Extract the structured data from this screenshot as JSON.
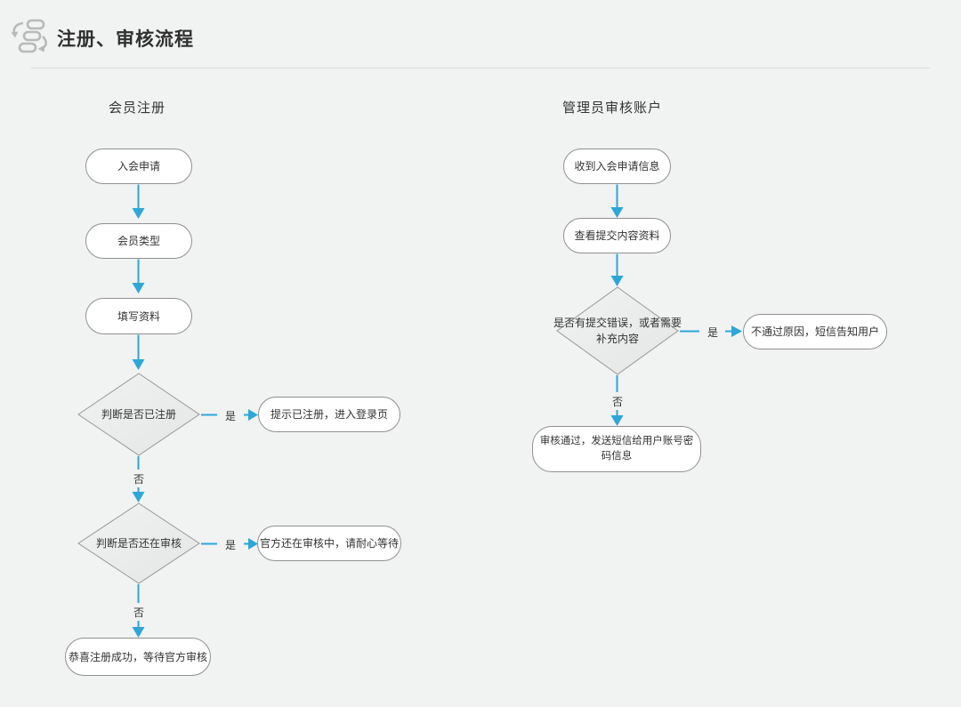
{
  "header": {
    "title": "注册、审核流程",
    "icon": "workflow-icon"
  },
  "flows": {
    "left": {
      "title": "会员注册",
      "nodes": {
        "apply": "入会申请",
        "member_type": "会员类型",
        "fill_info": "填写资料",
        "check_registered": "判断是否已注册",
        "registered_hint": "提示已注册，进入登录页",
        "check_in_review": "判断是否还在审核",
        "in_review_hint": "官方还在审核中，请耐心等待",
        "register_success": "恭喜注册成功，等待官方审核"
      }
    },
    "right": {
      "title": "管理员审核账户",
      "nodes": {
        "receive_apply": "收到入会申请信息",
        "view_materials": "查看提交内容资料",
        "check_error": "是否有提交错误，或者需要补充内容",
        "reject_notice": "不通过原因，短信告知用户",
        "approve_notice": "审核通过，发送短信给用户账号密码信息"
      }
    }
  },
  "branch_labels": {
    "yes": "是",
    "no": "否"
  },
  "colors": {
    "background": "#f1f2f2",
    "arrow": "#2ba7d9",
    "node_fill": "#ffffff",
    "node_border": "#909090",
    "diamond_fill": "#ebecec",
    "text": "#333333",
    "icon_gray": "#b9b9b9"
  }
}
